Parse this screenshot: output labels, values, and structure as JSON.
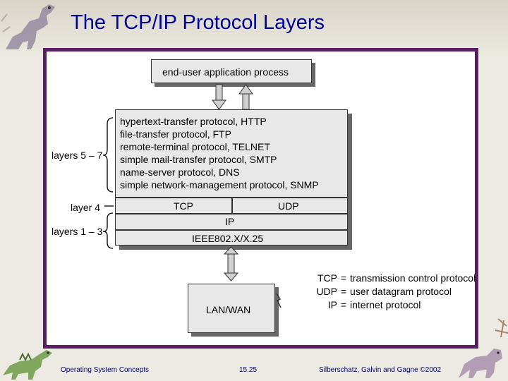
{
  "slide": {
    "title": "The TCP/IP Protocol Layers"
  },
  "diagram": {
    "application_box": "end-user application process",
    "application_protocols": [
      "hypertext-transfer protocol, HTTP",
      "file-transfer protocol, FTP",
      "remote-terminal protocol, TELNET",
      "simple mail-transfer protocol, SMTP",
      "name-server protocol, DNS",
      "simple network-management protocol, SNMP"
    ],
    "transport": {
      "left": "TCP",
      "right": "UDP"
    },
    "network": "IP",
    "link": "IEEE802.X/X.25",
    "lan_box": "LAN/WAN",
    "side_labels": {
      "upper": "layers 5 – 7",
      "middle": "layer 4",
      "lower": "layers 1 – 3"
    },
    "legend": [
      {
        "abbr": "TCP",
        "eq": "=",
        "meaning": "transmission control protocol"
      },
      {
        "abbr": "UDP",
        "eq": "=",
        "meaning": "user datagram protocol"
      },
      {
        "abbr": "IP",
        "eq": "=",
        "meaning": "internet protocol"
      }
    ]
  },
  "footer": {
    "left": "Operating System Concepts",
    "center": "15.25",
    "right": "Silberschatz, Galvin and  Gagne ©2002"
  },
  "colors": {
    "title": "#000099",
    "frame": "#5a1e64",
    "box_fill": "#e8e8e8",
    "footer_text": "#000066"
  },
  "icons": [
    "dinosaur-top-left-icon",
    "dinosaur-bottom-left-icon",
    "dinosaur-bottom-right-icon",
    "lightning-icon"
  ]
}
